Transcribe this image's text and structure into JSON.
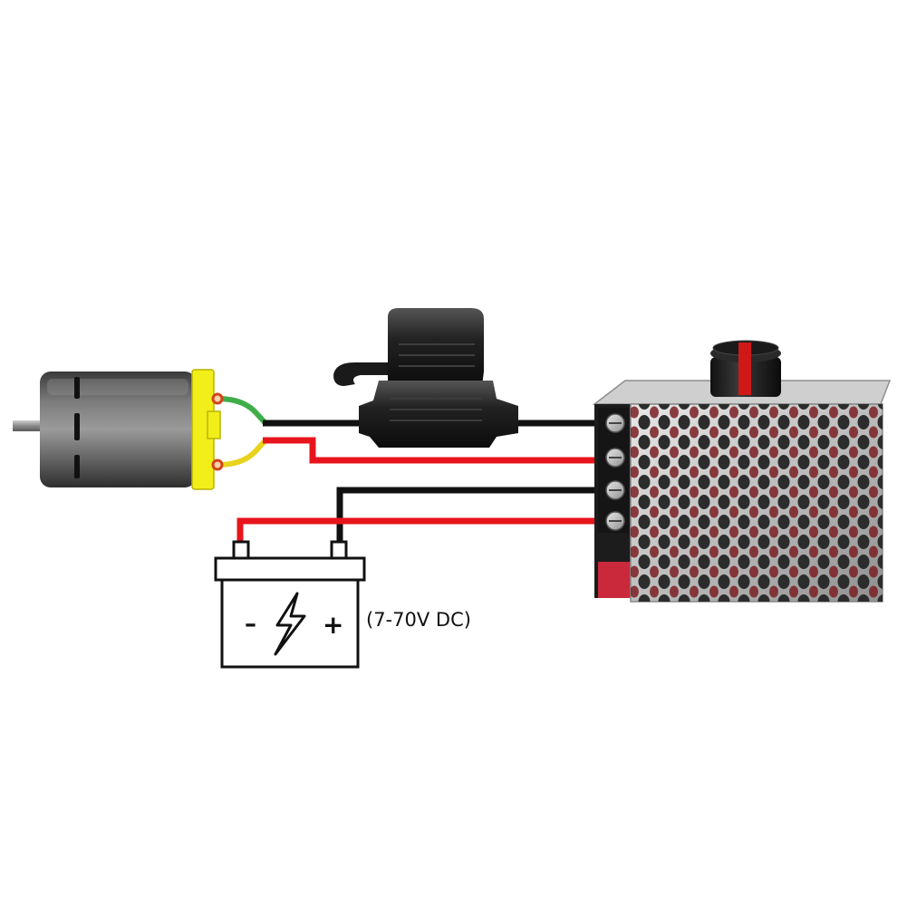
{
  "diagram": {
    "supply_voltage_label": "(7-70V DC)",
    "battery": {
      "minus_symbol": "–",
      "plus_symbol": "+",
      "icon": "lightning-bolt-icon"
    },
    "components": [
      "dc-motor",
      "blade-fuse-holder",
      "pwm-speed-controller",
      "battery"
    ],
    "wire_colors": {
      "positive": "#e8141c",
      "negative": "#111111",
      "motor_lead_a": "#3fae49",
      "motor_lead_b": "#e8d21c"
    },
    "motor_end_cap_color": "#f2ee1a",
    "knob_accent_color": "#d01818"
  }
}
